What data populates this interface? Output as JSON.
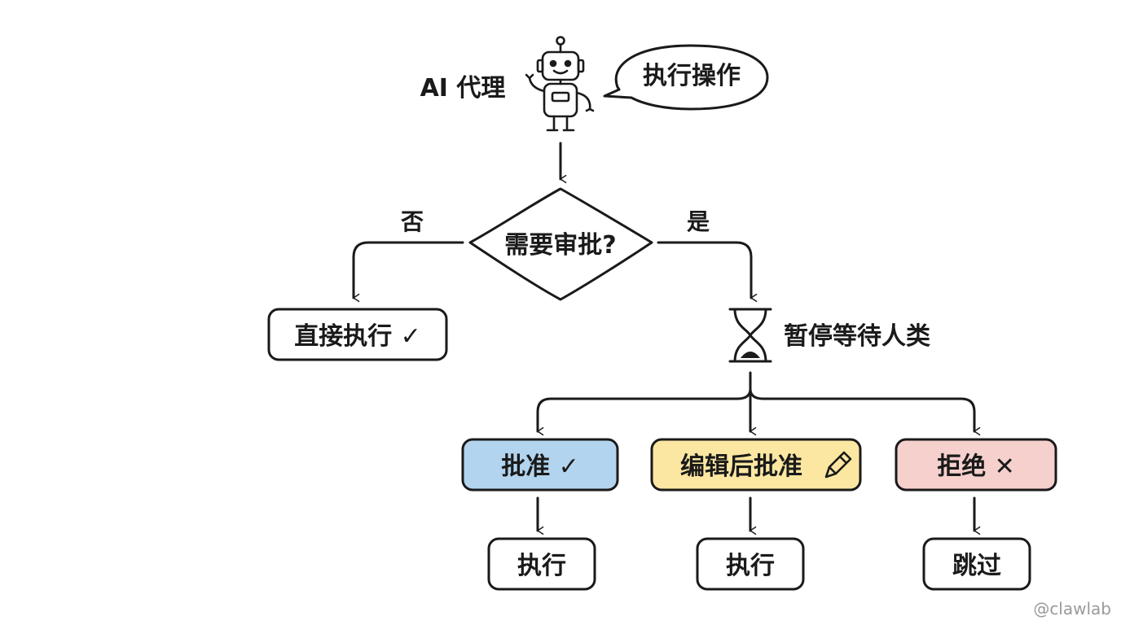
{
  "agent": {
    "label": "AI 代理",
    "speech": "执行操作"
  },
  "decision": {
    "label": "需要审批?",
    "no_label": "否",
    "yes_label": "是"
  },
  "direct": {
    "label": "直接执行 ✓"
  },
  "wait": {
    "label": "暂停等待人类"
  },
  "options": {
    "approve": {
      "label": "批准 ✓",
      "color": "#b3d4ee"
    },
    "edit": {
      "label": "编辑后批准",
      "color": "#fbe7a1"
    },
    "reject": {
      "label": "拒绝 ✕",
      "color": "#f5d0cd"
    }
  },
  "results": {
    "approve": {
      "label": "执行"
    },
    "edit": {
      "label": "执行"
    },
    "reject": {
      "label": "跳过"
    }
  },
  "icons": [
    "robot-icon",
    "hourglass-icon",
    "pencil-icon"
  ],
  "watermark": "@clawlab"
}
